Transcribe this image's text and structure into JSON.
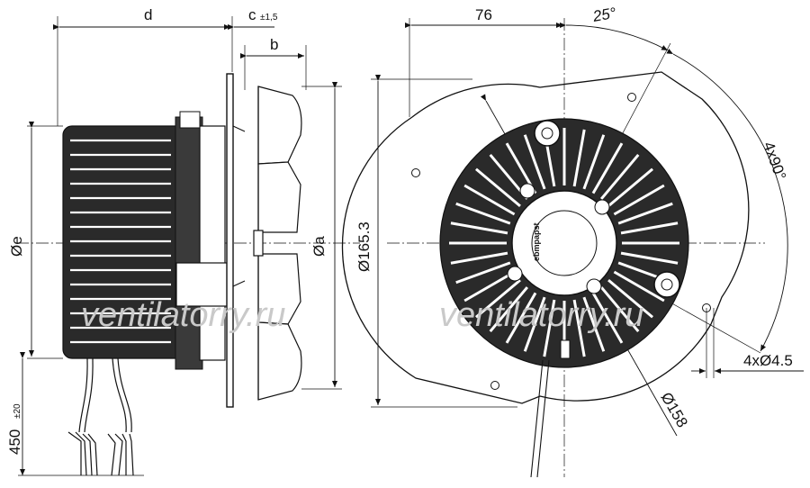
{
  "side_view": {
    "dims": {
      "d": "d",
      "c": "c",
      "c_tol": "±1,5",
      "b": "b",
      "dia_e": "Øe",
      "dia_a": "Øa",
      "cable_len": "450",
      "cable_tol": "±20"
    }
  },
  "front_view": {
    "dims": {
      "width_76": "76",
      "angle_25": "25°",
      "holes_angle": "4x90°",
      "dia_165": "Ø165.3",
      "dia_158": "Ø158",
      "holes": "4xØ4.5"
    },
    "hub_text": "ebmpapst"
  },
  "watermarks": [
    "ventilatorry.ru",
    "ventilatorry.ru"
  ],
  "colors": {
    "line": "#111111",
    "motor_fill": "#2a2a2a",
    "watermark": "#c9c9c9"
  }
}
